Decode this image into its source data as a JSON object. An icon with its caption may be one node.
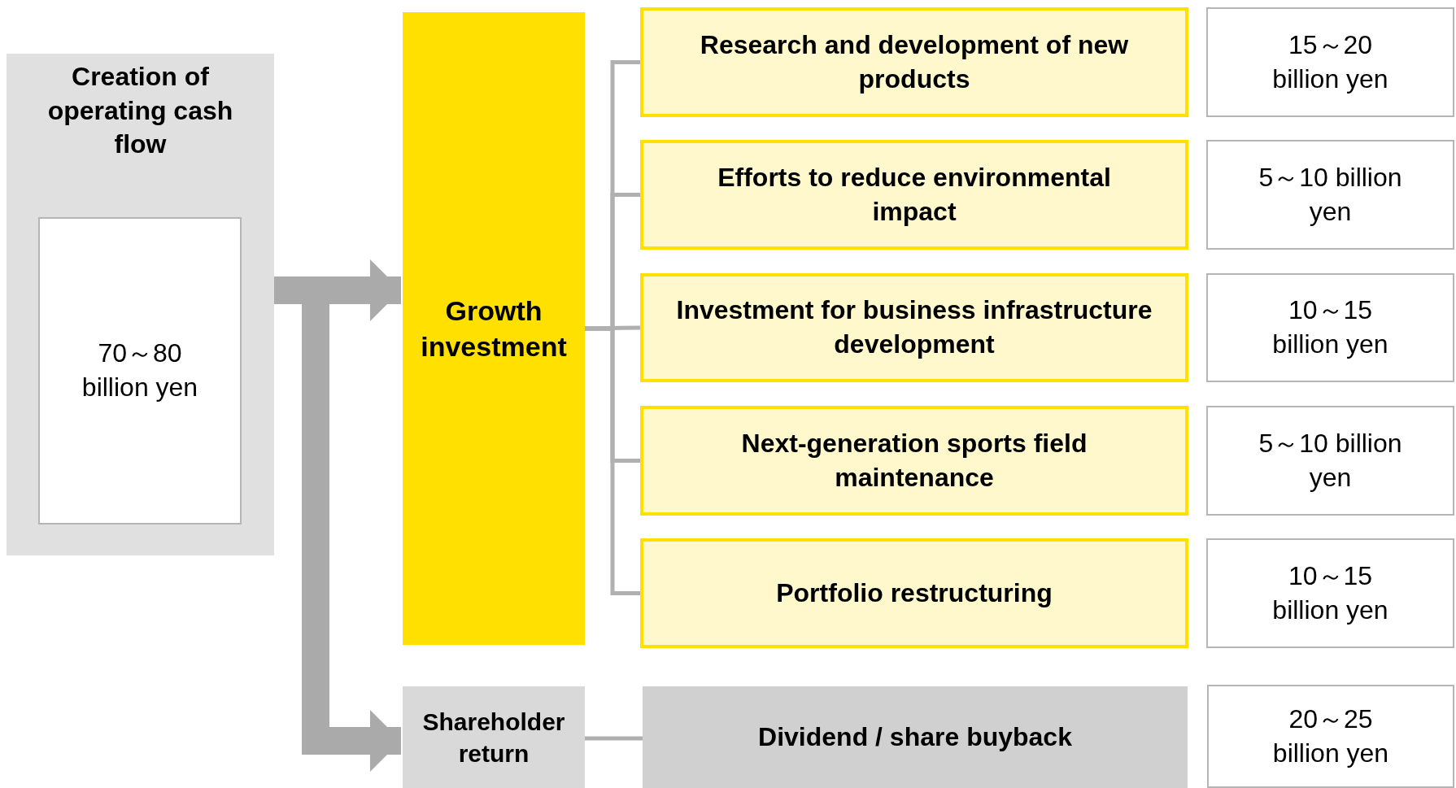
{
  "diagram": {
    "nodes": [
      {
        "text": [
          "Creation of operating cash flow"
        ]
      },
      {
        "text": [
          "70～80 billion yen"
        ],
        "in": 0
      },
      {
        "text": [
          "Growth investment"
        ]
      },
      {
        "text": [
          "Research and development of new products"
        ]
      },
      {
        "text": [
          "15～20 billion yen"
        ]
      },
      {
        "text": [
          "Efforts to reduce environmental impact"
        ]
      },
      {
        "text": [
          "5～10 billion yen"
        ]
      },
      {
        "text": [
          "Investment for business infrastructure development"
        ]
      },
      {
        "text": [
          "10～15 billion yen"
        ]
      },
      {
        "text": [
          "Next-generation sports field maintenance"
        ]
      },
      {
        "text": [
          "5～10 billion yen"
        ]
      },
      {
        "text": [
          "Portfolio restructuring"
        ]
      },
      {
        "text": [
          "10～15 billion yen"
        ]
      },
      {
        "text": [
          "Shareholder return"
        ]
      },
      {
        "text": [
          "Dividend / share buyback"
        ]
      },
      {
        "text": [
          "20～25 billion yen"
        ]
      }
    ],
    "edges": [
      {
        "from": 0,
        "to": 2,
        "arrow": "to",
        "style": "thick"
      },
      {
        "from": 0,
        "to": 13,
        "arrow": "to",
        "style": "thick"
      },
      {
        "from": 2,
        "to": 3,
        "arrow": "none"
      },
      {
        "from": 2,
        "to": 5,
        "arrow": "none"
      },
      {
        "from": 2,
        "to": 7,
        "arrow": "none"
      },
      {
        "from": 2,
        "to": 9,
        "arrow": "none"
      },
      {
        "from": 2,
        "to": 11,
        "arrow": "none"
      },
      {
        "from": 13,
        "to": 14,
        "arrow": "none"
      }
    ]
  }
}
